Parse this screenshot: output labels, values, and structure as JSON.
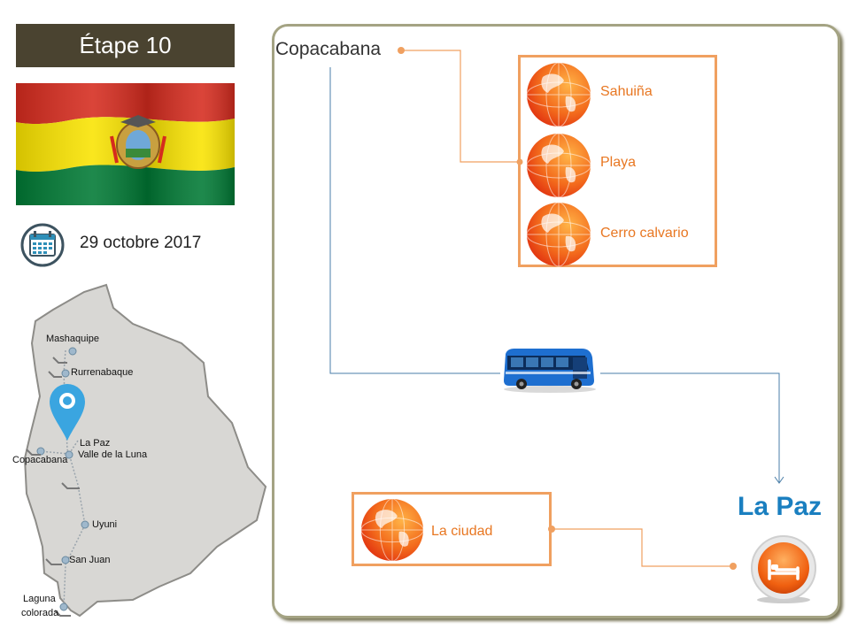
{
  "header": {
    "title": "Étape 10"
  },
  "date": {
    "text": "29 octobre 2017"
  },
  "map": {
    "labels": [
      "Mashaquipe",
      "Rurrenabaque",
      "La Paz",
      "Valle de la Luna",
      "Copacabana",
      "Uyuni",
      "San Juan",
      "Laguna",
      "colorada"
    ]
  },
  "itinerary": {
    "origin": "Copacabana",
    "origin_visits": [
      "Sahuiña",
      "Playa",
      "Cerro calvario"
    ],
    "transport": "bus-icon",
    "destination": "La Paz",
    "destination_visits": [
      "La ciudad"
    ],
    "lodging": "bed-icon"
  },
  "colors": {
    "title_bg": "#4a4330",
    "accent_orange": "#e87722",
    "box_border": "#f0a060",
    "destination_blue": "#1a7fc0",
    "connector_blue": "#4a7ea8",
    "frame_border": "#a4a383"
  }
}
